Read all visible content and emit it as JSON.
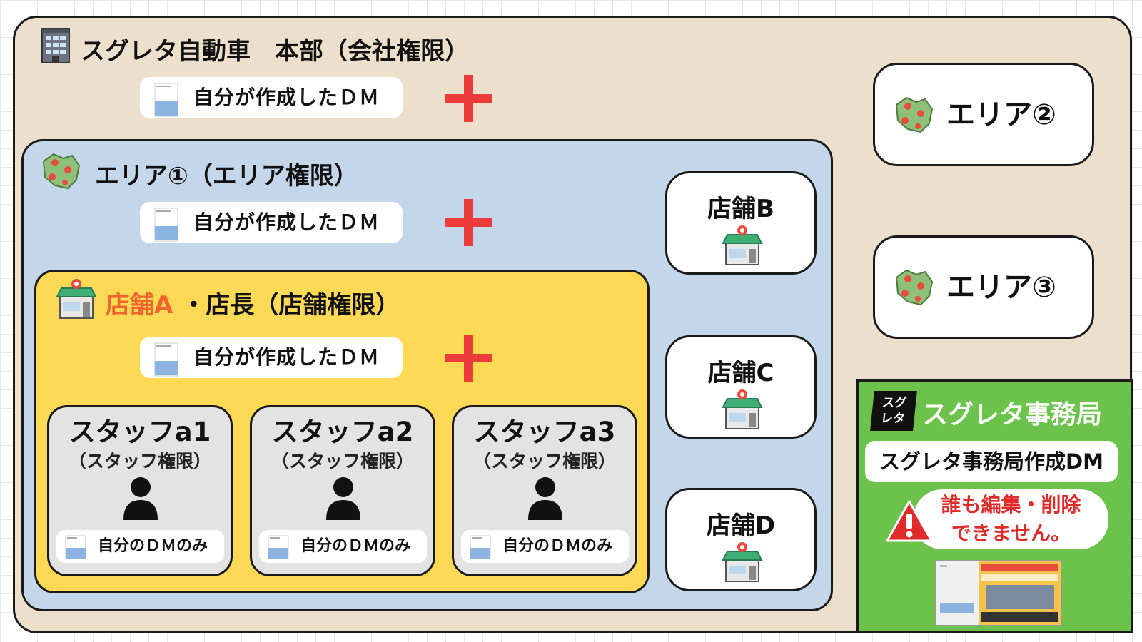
{
  "headquarters": {
    "title": "スグレタ自動車　本部（会社権限）",
    "dm_label": "自分が作成したＤＭ",
    "icon": "building-icon"
  },
  "area1": {
    "title": "エリア①（エリア権限）",
    "dm_label": "自分が作成したＤＭ",
    "icon": "map-icon"
  },
  "store_a": {
    "title_highlight": "店舗A",
    "title_rest": "・店長（店舗権限）",
    "dm_label": "自分が作成したＤＭ",
    "icon": "store-icon"
  },
  "staff": [
    {
      "name": "スタッフa1",
      "role": "（スタッフ権限）",
      "dm_label": "自分のＤＭのみ"
    },
    {
      "name": "スタッフa2",
      "role": "（スタッフ権限）",
      "dm_label": "自分のＤＭのみ"
    },
    {
      "name": "スタッフa3",
      "role": "（スタッフ権限）",
      "dm_label": "自分のＤＭのみ"
    }
  ],
  "stores": [
    {
      "label": "店舗B"
    },
    {
      "label": "店舗C"
    },
    {
      "label": "店舗D"
    }
  ],
  "areas": [
    {
      "label": "エリア②"
    },
    {
      "label": "エリア③"
    }
  ],
  "office": {
    "logo": "スグレタ",
    "title": "スグレタ事務局",
    "dm_label": "スグレタ事務局作成DM",
    "warning_line1": "誰も編集・削除",
    "warning_line2": "できません。"
  },
  "colors": {
    "hq_bg": "#ece0cc",
    "area_bg": "#c4d6ea",
    "store_bg": "#fdd956",
    "staff_bg": "#e3e3e3",
    "office_bg": "#6cc24a",
    "plus": "#ee3b3b",
    "highlight": "#f0652c",
    "warning": "#e02b2b"
  }
}
